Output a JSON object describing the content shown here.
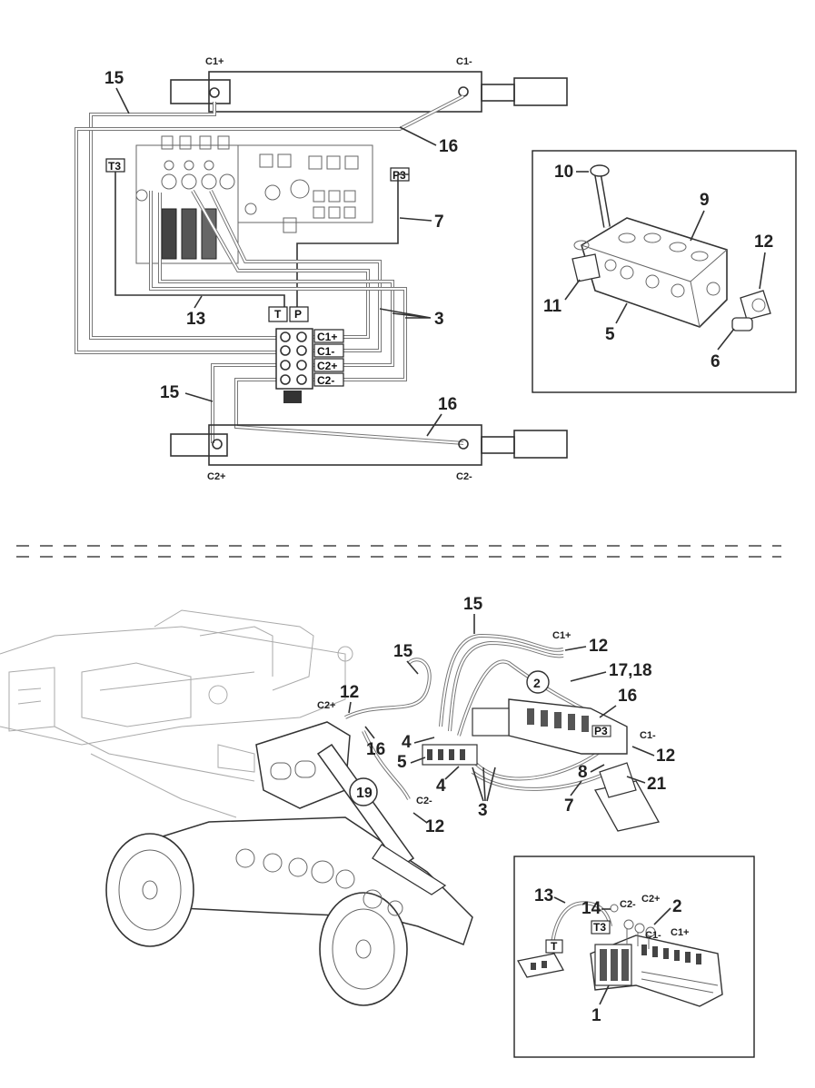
{
  "schematic": {
    "cylinder_top_ports": {
      "left": "C1+",
      "right": "C1-"
    },
    "cylinder_bottom_ports": {
      "left": "C2+",
      "right": "C2-"
    },
    "valve_ports": {
      "t3": "T3",
      "p3": "P3"
    },
    "block_ports": {
      "t": "T",
      "p": "P",
      "rows": [
        "C1+",
        "C1-",
        "C2+",
        "C2-"
      ]
    },
    "callouts": {
      "c15_top": "15",
      "c16_top": "16",
      "c7": "7",
      "c13": "13",
      "c3": "3",
      "c15_bottom": "15",
      "c16_bottom": "16"
    }
  },
  "detail_valve": {
    "callouts": {
      "c10": "10",
      "c9": "9",
      "c12": "12",
      "c11": "11",
      "c5": "5",
      "c6": "6"
    }
  },
  "assembly": {
    "callouts": {
      "c15_a": "15",
      "c15_b": "15",
      "c12_top": "12",
      "c17_18": "17,18",
      "c16_right": "16",
      "c12_left": "12",
      "c16_left": "16",
      "c4_a": "4",
      "c5": "5",
      "c4_b": "4",
      "c3": "3",
      "c7": "7",
      "c8": "8",
      "c21": "21",
      "c12_right": "12",
      "c12_bottom": "12",
      "c19": "19",
      "c2_circle": "2"
    },
    "port_labels": {
      "c1p": "C1+",
      "c1m": "C1-",
      "c2p": "C2+",
      "c2m": "C2-",
      "p3": "P3"
    }
  },
  "detail_bottom": {
    "callouts": {
      "c13": "13",
      "c14": "14",
      "c2": "2",
      "c1": "1"
    },
    "port_labels": {
      "c2m": "C2-",
      "c2p": "C2+",
      "c1m": "C1-",
      "c1p": "C1+",
      "t3": "T3",
      "t": "T"
    }
  }
}
